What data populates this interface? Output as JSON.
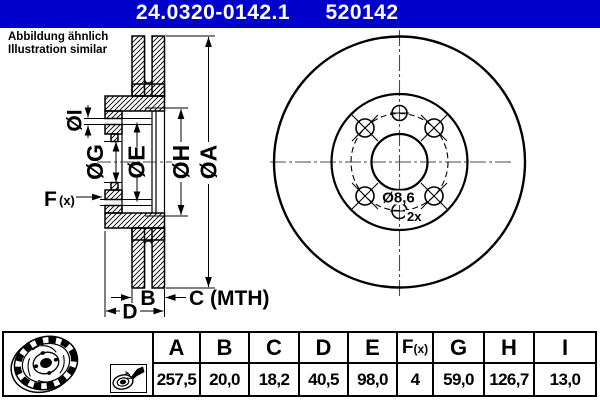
{
  "colors": {
    "header_bg": "#0000cd",
    "line": "#000000",
    "centerline": "#4a4a4a"
  },
  "header": {
    "part_number": "24.0320-0142.1",
    "catalog_number": "520142",
    "note_line1": "Abbildung ähnlich",
    "note_line2": "Illustration similar"
  },
  "drawing": {
    "labels": {
      "dia_i": "ØI",
      "dia_g": "ØG",
      "dia_e": "ØE",
      "dia_h": "ØH",
      "dia_a": "ØA",
      "f_main": "F",
      "f_sub": "(x)",
      "b": "B",
      "c_mth": "C (MTH)",
      "d": "D",
      "hole_dia": "Ø8,6",
      "hole_count": "2x"
    }
  },
  "table": {
    "columns": [
      {
        "label": "A",
        "value": "257,5"
      },
      {
        "label": "B",
        "value": "20,0"
      },
      {
        "label": "C",
        "value": "18,2"
      },
      {
        "label": "D",
        "value": "40,5"
      },
      {
        "label": "E",
        "value": "98,0"
      },
      {
        "label": "F",
        "label_sub": "(x)",
        "value": "4"
      },
      {
        "label": "G",
        "value": "59,0"
      },
      {
        "label": "H",
        "value": "126,7"
      },
      {
        "label": "I",
        "value": "13,0"
      }
    ]
  }
}
